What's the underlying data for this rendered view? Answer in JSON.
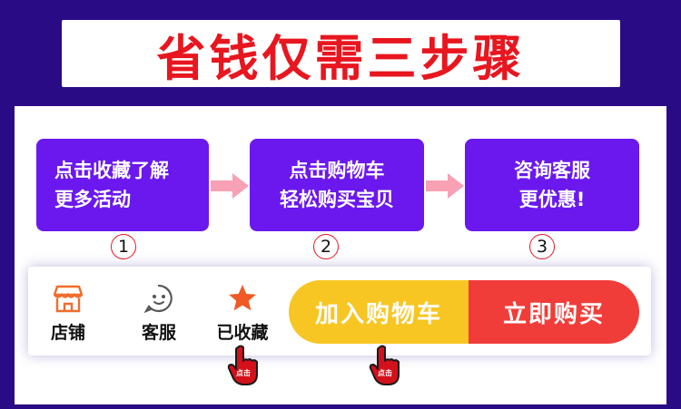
{
  "title": "省钱仅需三步骤",
  "steps": [
    {
      "number": "1",
      "lines": [
        "点击收藏了解",
        "更多活动"
      ]
    },
    {
      "number": "2",
      "lines": [
        "点击购物车",
        "轻松购买宝贝"
      ]
    },
    {
      "number": "3",
      "lines": [
        "咨询客服",
        "更优惠!"
      ]
    }
  ],
  "bottom_bar": {
    "shop_label": "店铺",
    "service_label": "客服",
    "favorite_label": "已收藏",
    "add_to_cart_label": "加入购物车",
    "buy_now_label": "立即购买"
  },
  "cursor_tags": [
    "点击",
    "点击"
  ],
  "colors": {
    "background": "#2a0b86",
    "title_red": "#e8161f",
    "step_purple": "#6b18ef",
    "arrow_pink": "#f8a0b4",
    "cart_yellow": "#f8c622",
    "buy_red": "#f13d39",
    "shop_icon": "#f26b2b",
    "favorite_star": "#f05a24"
  },
  "icons": [
    "store-icon",
    "chat-face-icon",
    "star-icon",
    "arrow-right-icon",
    "hand-pointer-icon"
  ]
}
